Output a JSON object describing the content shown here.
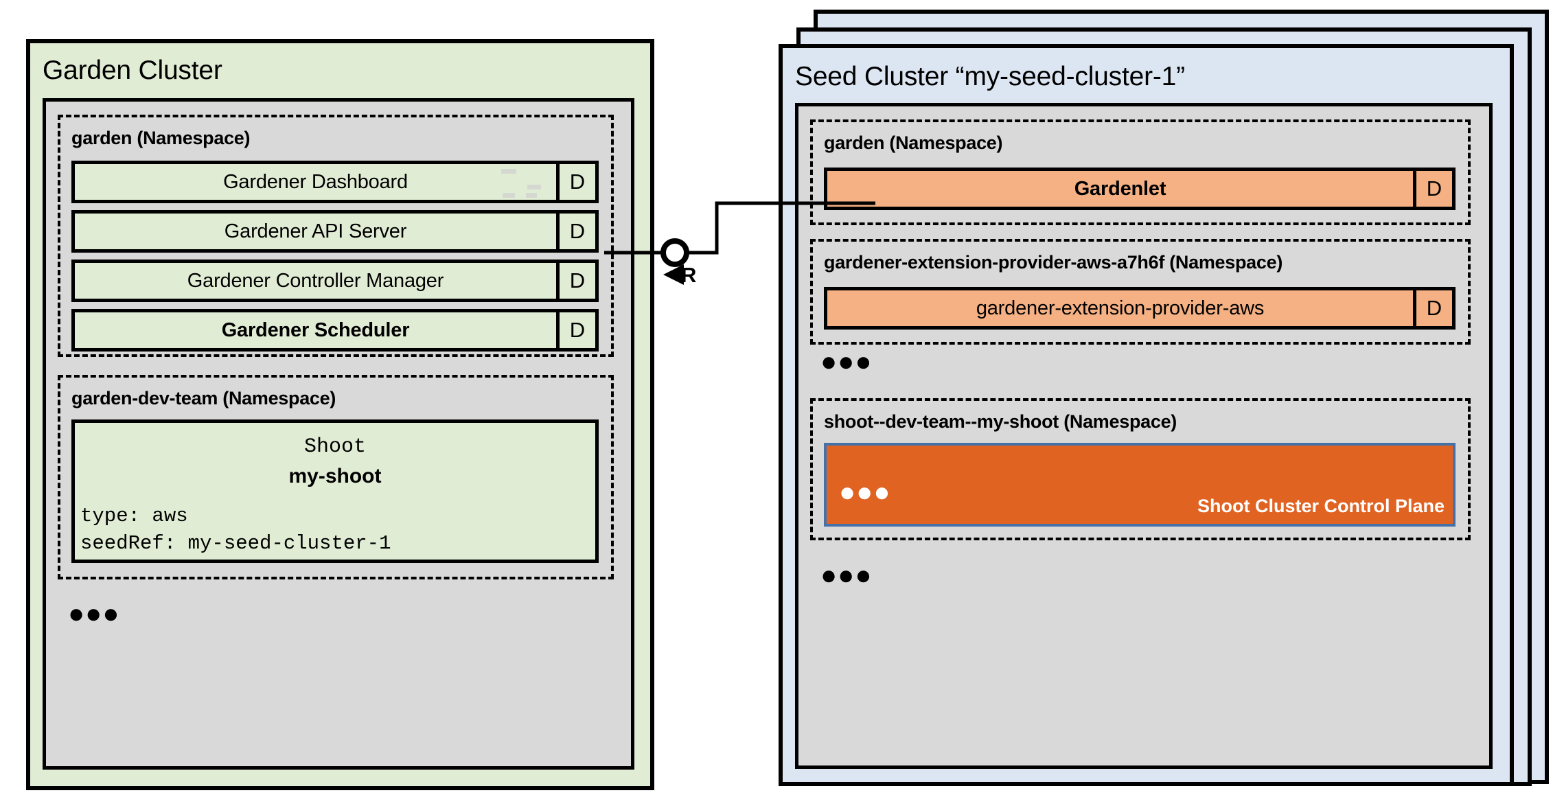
{
  "diagram": {
    "title": "Gardener Garden Cluster and Seed Cluster architecture",
    "colors": {
      "garden_cluster_fill": "#e1ecd5",
      "seed_cluster_fill": "#dce6f2",
      "kubernetes_fill": "#d9d9d9",
      "garden_component_fill": "#e1ecd5",
      "seed_component_fill": "#f5b183",
      "control_plane_fill": "#e06322",
      "control_plane_border": "#4472a8",
      "outline": "#000000"
    }
  },
  "garden_cluster": {
    "title": "Garden Cluster",
    "namespaces": [
      {
        "title": "garden (Namespace)",
        "components": [
          {
            "label": "Gardener Dashboard",
            "badge": "D",
            "bold": false
          },
          {
            "label": "Gardener API Server",
            "badge": "D",
            "bold": false
          },
          {
            "label": "Gardener Controller Manager",
            "badge": "D",
            "bold": false
          },
          {
            "label": "Gardener Scheduler",
            "badge": "D",
            "bold": true
          }
        ]
      },
      {
        "title": "garden-dev-team (Namespace)",
        "shoot_resource": {
          "kind": "Shoot",
          "name": "my-shoot",
          "spec_lines": [
            "type: aws",
            "seedRef: my-seed-cluster-1"
          ]
        }
      }
    ],
    "more_indicator": "●●●"
  },
  "seed_cluster": {
    "title": "Seed Cluster “my-seed-cluster-1”",
    "namespaces": [
      {
        "title": "garden (Namespace)",
        "components": [
          {
            "label": "Gardenlet",
            "badge": "D",
            "bold": true
          }
        ]
      },
      {
        "title": "gardener-extension-provider-aws-a7h6f (Namespace)",
        "components": [
          {
            "label": "gardener-extension-provider-aws",
            "badge": "D",
            "bold": false
          }
        ]
      },
      {
        "title": "shoot--dev-team--my-shoot (Namespace)",
        "control_plane": {
          "label": "Shoot Cluster Control Plane",
          "more_indicator": "●●●"
        }
      }
    ],
    "more_indicator_middle": "●●●",
    "more_indicator_bottom": "●●●"
  },
  "connector": {
    "label": "R",
    "from": "Gardener API Server",
    "to": "Gardenlet",
    "endpoint_shape": "circle",
    "arrow_shape": "triangle-left"
  }
}
